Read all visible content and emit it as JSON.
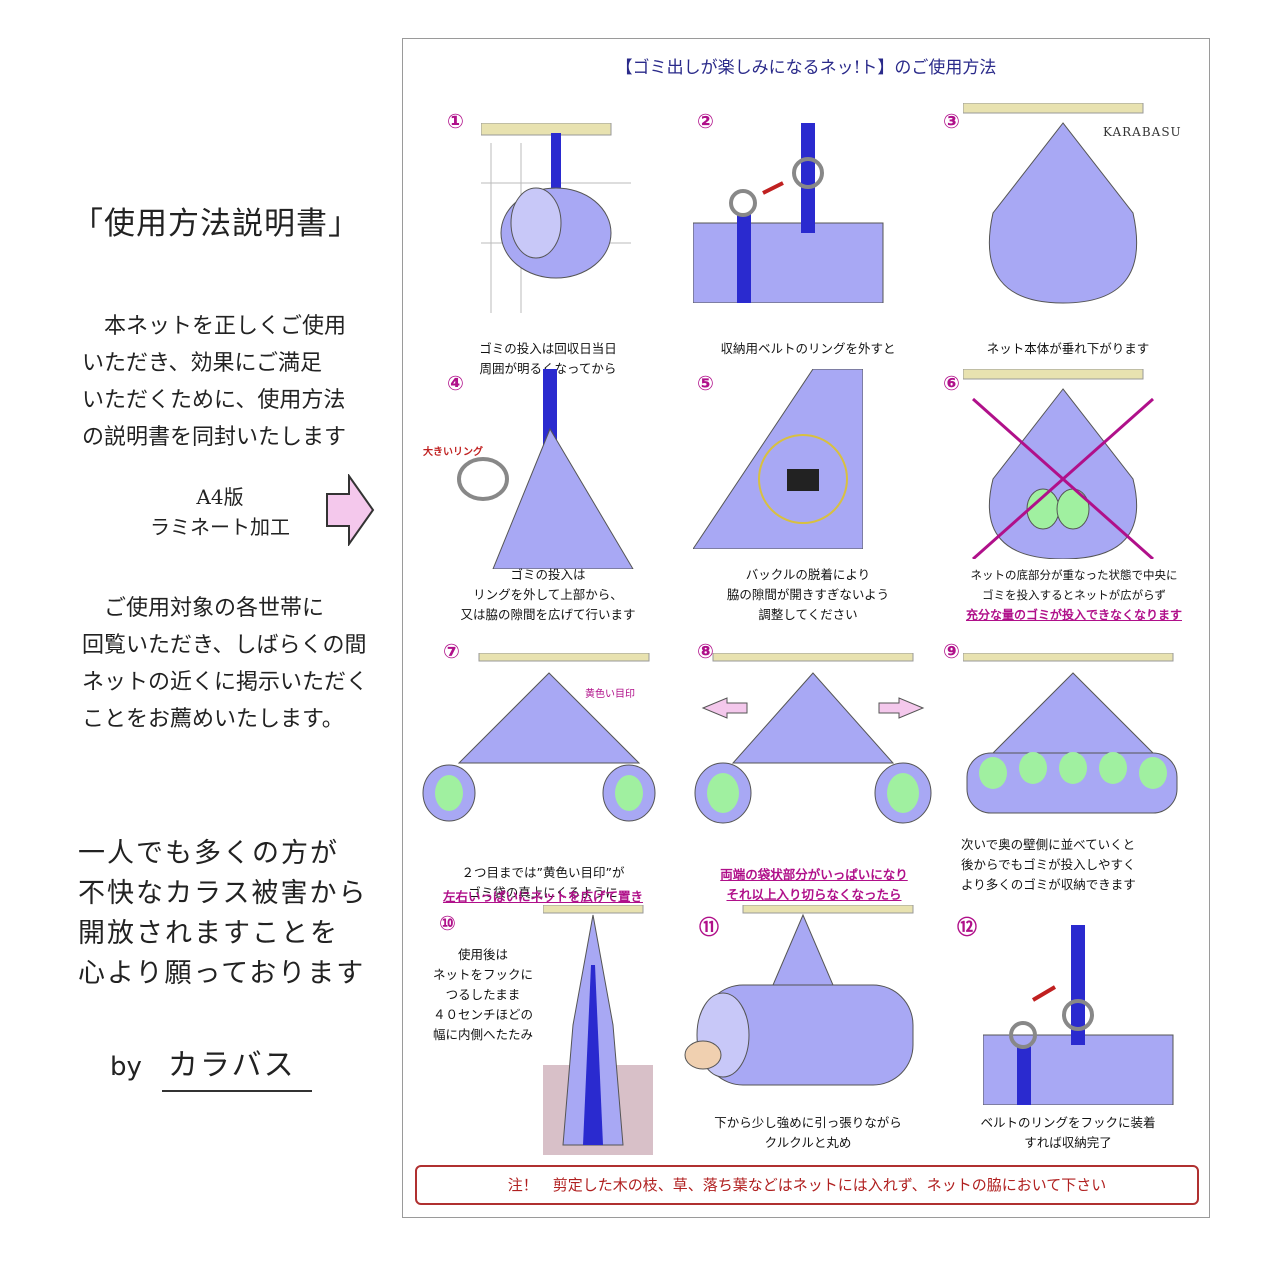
{
  "left": {
    "title": "「使用方法説明書」",
    "intro": "　本ネットを正しくご使用\nいただき、効果にご満足\nいただくために、使用方法\nの説明書を同封いたします",
    "format": "A4版\nラミネート加工",
    "request": "　ご使用対象の各世帯に\n回覧いただき、しばらくの間\nネットの近くに掲示いただく\nことをお薦めいたします。",
    "hope": "一人でも多くの方が\n不快なカラス被害から\n開放されますことを\n心より願っております",
    "by": "by",
    "author": "カラバス"
  },
  "sheet": {
    "title": "【ゴミ出しが楽しみになるネッ!ト】のご使用方法",
    "brand": "KARABASU",
    "steps": [
      {
        "num": "①",
        "caption": "ゴミの投入は回収日当日\n周囲が明るくなってから"
      },
      {
        "num": "②",
        "caption": "収納用ベルトのリングを外すと"
      },
      {
        "num": "③",
        "caption": "ネット本体が垂れ下がります"
      },
      {
        "num": "④",
        "caption": "ゴミの投入は\nリングを外して上部から、\n又は脇の隙間を広げて行います",
        "label": "大きいリング"
      },
      {
        "num": "⑤",
        "caption": "バックルの脱着により\n脇の隙間が開きすぎないよう\n調整してください"
      },
      {
        "num": "⑥",
        "caption": "ネットの底部分が重なった状態で中央に\nゴミを投入するとネットが広がらず",
        "emphasis": "充分な量のゴミが投入できなくなります"
      },
      {
        "num": "⑦",
        "caption": "２つ目までは”黄色い目印”が\nゴミ袋の真上にくるように",
        "emphasis": "左右いっぱいにネットを広げて置き",
        "label": "黄色い目印"
      },
      {
        "num": "⑧",
        "emphasis": "両端の袋状部分がいっぱいになり\nそれ以上入り切らなくなったら"
      },
      {
        "num": "⑨",
        "caption": "次いで奥の壁側に並べていくと\n後からでもゴミが投入しやすく\nより多くのゴミが収納できます"
      },
      {
        "num": "⑩",
        "caption": "使用後は\nネットをフックに\nつるしたまま\n４０センチほどの\n幅に内側へたたみ"
      },
      {
        "num": "⑪",
        "caption": "下から少し強めに引っ張りながら\nクルクルと丸め"
      },
      {
        "num": "⑫",
        "caption": "ベルトのリングをフックに装着\nすれば収納完了"
      }
    ],
    "note": "注！　剪定した木の枝、草、落ち葉などはネットには入れず、ネットの脇において下さい"
  },
  "colors": {
    "net": "#8a8af0",
    "belt": "#2a2acf",
    "accent": "#b0108a",
    "note": "#b02020"
  }
}
